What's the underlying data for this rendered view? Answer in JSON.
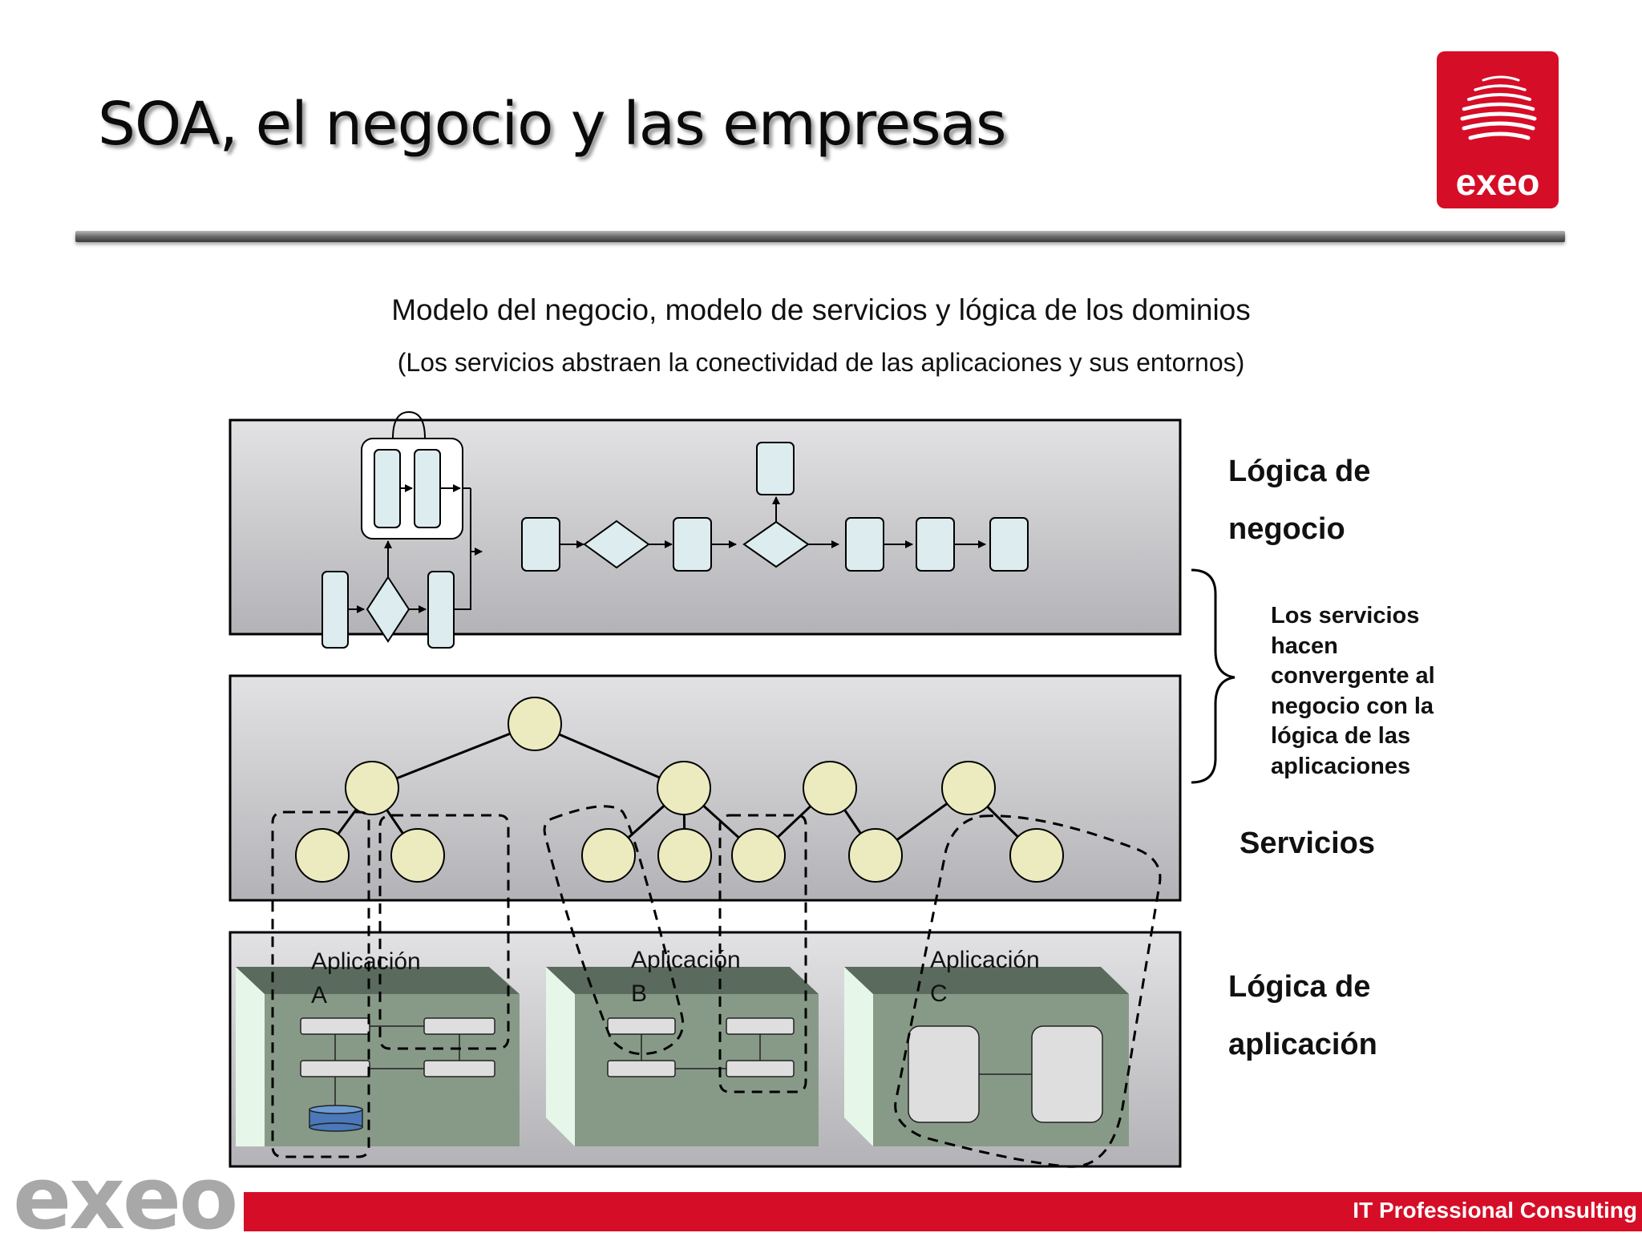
{
  "slide": {
    "title": "SOA, el negocio y las empresas",
    "subtitle": "Modelo del negocio, modelo de servicios y lógica de los dominios",
    "subtitle2": "(Los servicios abstraen la conectividad de las aplicaciones y sus entornos)"
  },
  "logo": {
    "text": "exeo"
  },
  "labels": {
    "business_line1": "Lógica de",
    "business_line2": "negocio",
    "services": "Servicios",
    "application_line1": "Lógica de",
    "application_line2": "aplicación",
    "note": "Los servicios hacen convergente al negocio con la lógica de las aplicaciones"
  },
  "applications": [
    {
      "line1": "Aplicación",
      "line2": "A"
    },
    {
      "line1": "Aplicación",
      "line2": "B"
    },
    {
      "line1": "Aplicación",
      "line2": "C"
    }
  ],
  "footer": {
    "logo": "exeo",
    "tagline": "IT Professional Consulting"
  },
  "colors": {
    "brand_red": "#d60d27",
    "process_box": "#dcecef",
    "service_node": "#ecebc0",
    "app_green": "#879a88",
    "database": "#4a78b8"
  }
}
